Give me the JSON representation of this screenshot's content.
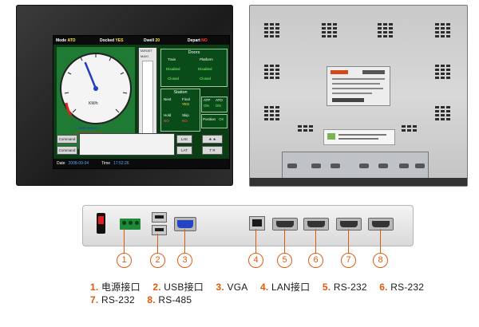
{
  "front_screen": {
    "header": [
      {
        "label": "Mode",
        "value": "ATO"
      },
      {
        "label": "Docked",
        "value": "YES"
      },
      {
        "label": "Dwell",
        "value": "20"
      },
      {
        "label": "Depart",
        "value": "NO"
      }
    ],
    "speed_unit": "KM/h",
    "gauge_legend_1": "Latest Speed",
    "gauge_legend_2": "Permitted Speed",
    "target_label": "TARGET",
    "target_value": "MAXI",
    "doors": {
      "title": "Doors",
      "train_label": "Train",
      "platform_label": "Platform",
      "train_value_1": "Disabled",
      "platform_value_1": "Disabled",
      "train_value_2": "Closed",
      "platform_value_2": "Closed"
    },
    "station": {
      "title": "Station",
      "next_label": "Next",
      "final_label": "Final",
      "final_value": "YES",
      "hold_label": "Hold",
      "hold_value": "NO",
      "skip_label": "Skip",
      "skip_value": "NO"
    },
    "atp_label": "ATP",
    "atp_value": "ON",
    "ato_label": "ATO",
    "ato_value": "ON",
    "position_label": "Position",
    "position_value": "OK",
    "buttons": {
      "btn1": "Command",
      "btn2": "Command",
      "btn3": "LAK",
      "btn4": "LAT",
      "btn5": "★ ★",
      "btn6": "T R"
    },
    "date_label": "Date",
    "date_value": "2008-09-04",
    "time_label": "Time",
    "time_value": "17:52:26"
  },
  "callouts": [
    "1",
    "2",
    "3",
    "4",
    "5",
    "6",
    "7",
    "8"
  ],
  "legend": {
    "row1": [
      {
        "num": "1.",
        "text": "电源接口"
      },
      {
        "num": "2.",
        "text": "USB接口"
      },
      {
        "num": "3.",
        "text": "VGA"
      },
      {
        "num": "4.",
        "text": "LAN接口"
      },
      {
        "num": "5.",
        "text": "RS-232"
      },
      {
        "num": "6.",
        "text": "RS-232"
      }
    ],
    "row2": [
      {
        "num": "7.",
        "text": "RS-232"
      },
      {
        "num": "8.",
        "text": "RS-485"
      }
    ]
  },
  "colors": {
    "accent": "#e05a0d",
    "screen_green": "#1f7a34"
  }
}
